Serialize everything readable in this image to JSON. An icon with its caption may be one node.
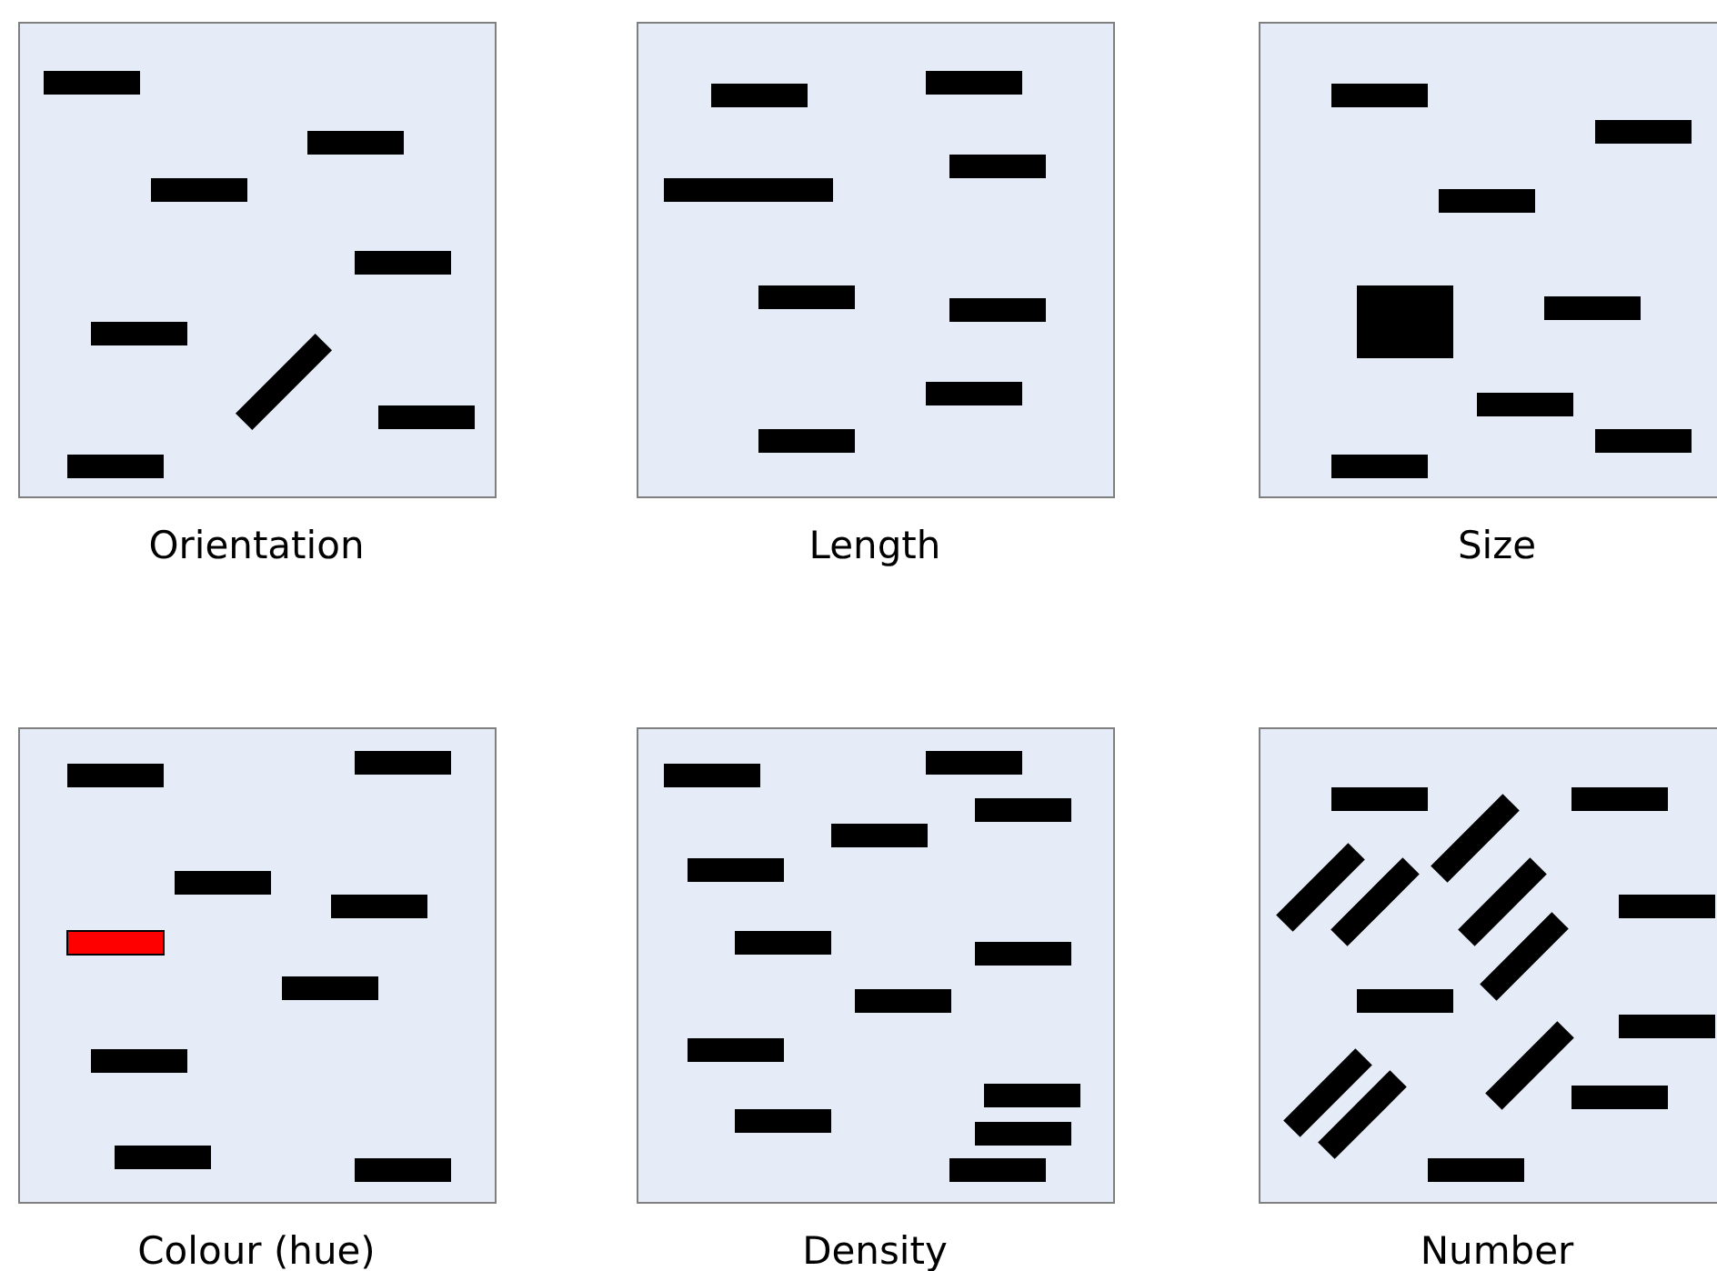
{
  "diagram": {
    "nodes": [
      {
        "text": [
          "Orientation"
        ]
      },
      {
        "text": [
          "Length"
        ]
      },
      {
        "text": [
          "Size"
        ]
      },
      {
        "text": [
          "Colour (hue)"
        ]
      },
      {
        "text": [
          "Density"
        ]
      },
      {
        "text": [
          "Number"
        ]
      }
    ]
  }
}
